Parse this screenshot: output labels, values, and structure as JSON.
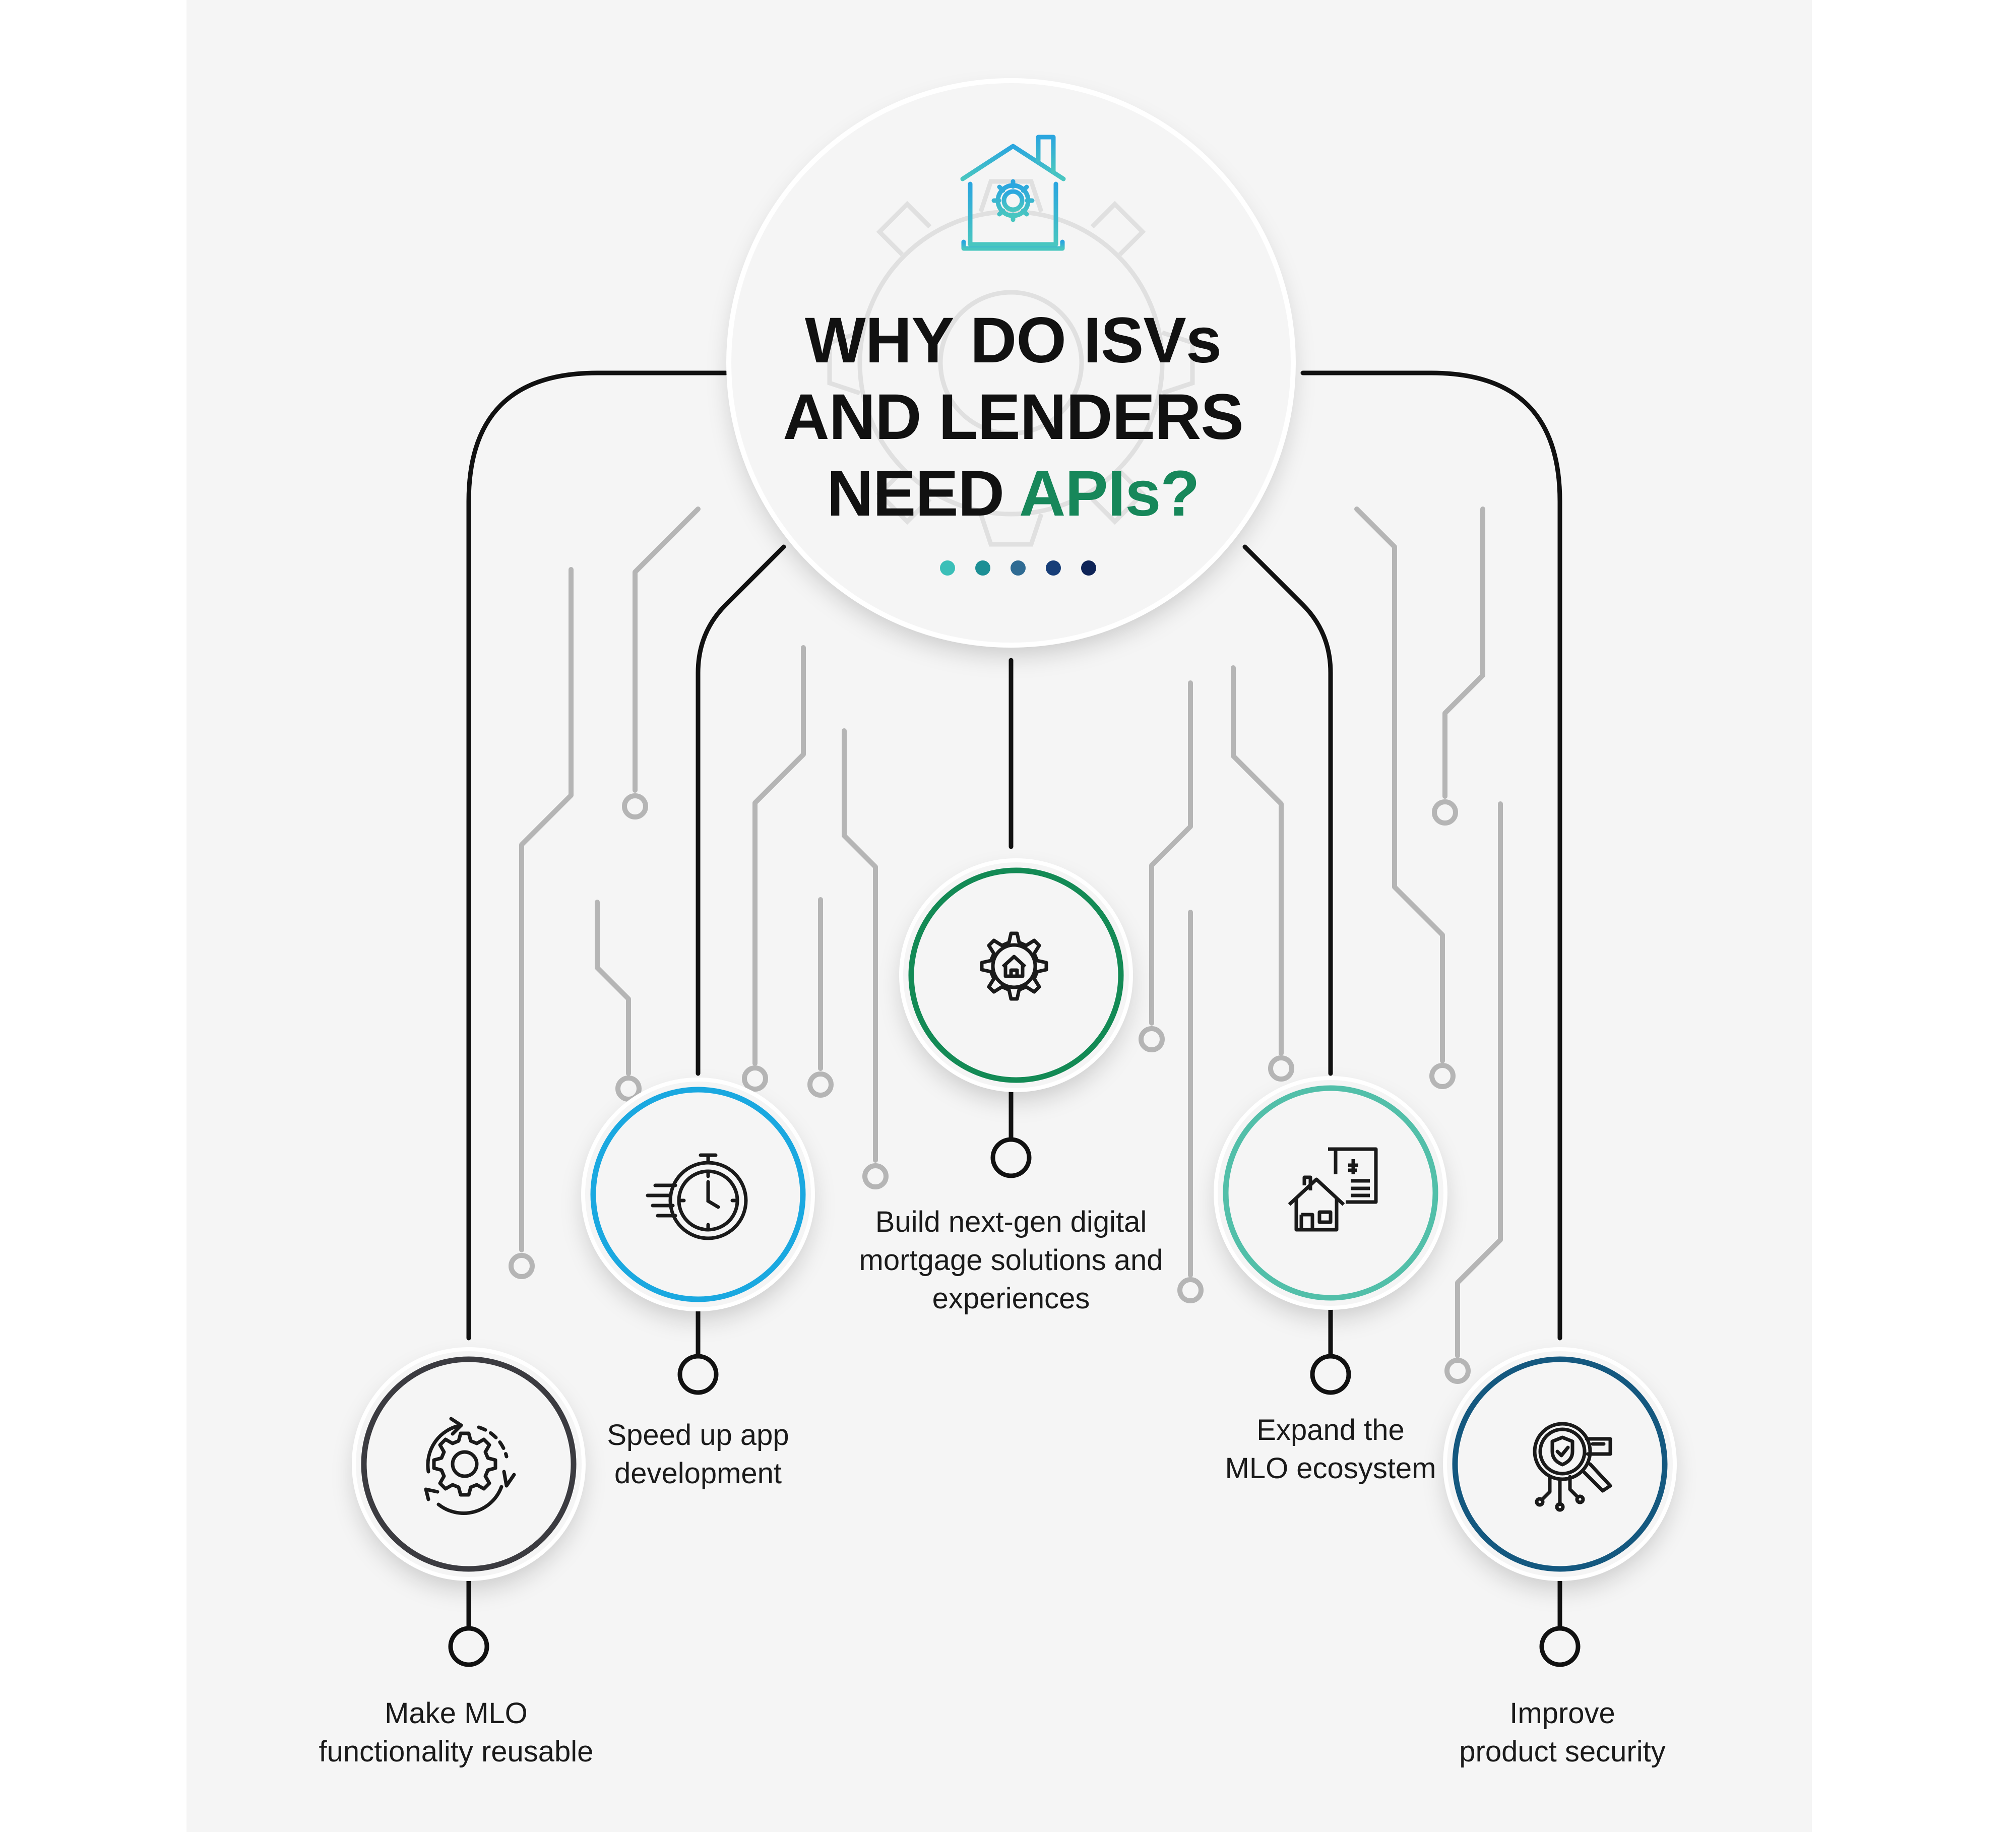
{
  "title": {
    "line1": "WHY DO ISVs",
    "line2": "AND LENDERS",
    "line3_prefix": "NEED ",
    "line3_accent": "APIs?"
  },
  "colors": {
    "title_accent": "#17875a",
    "dots": [
      "#3bbfb8",
      "#1c8f95",
      "#2f6b93",
      "#173e78",
      "#0e2457"
    ],
    "node_make": "#3b3b40",
    "node_speed": "#1aa8e0",
    "node_build": "#138a55",
    "node_expand": "#52bfa9",
    "node_security": "#14587f"
  },
  "items": [
    {
      "id": "make",
      "icon": "gear-cycle-icon",
      "line1": "Make MLO",
      "line2": "functionality reusable"
    },
    {
      "id": "speed",
      "icon": "stopwatch-icon",
      "line1": "Speed up app",
      "line2": "development"
    },
    {
      "id": "build",
      "icon": "gear-house-icon",
      "line1": "Build next-gen digital",
      "line2": "mortgage solutions and",
      "line3": "experiences"
    },
    {
      "id": "expand",
      "icon": "house-document-icon",
      "line1": "Expand the",
      "line2": "MLO ecosystem"
    },
    {
      "id": "security",
      "icon": "shield-magnifier-icon",
      "line1": "Improve",
      "line2": "product security"
    }
  ],
  "header_icon": "house-gear-icon"
}
